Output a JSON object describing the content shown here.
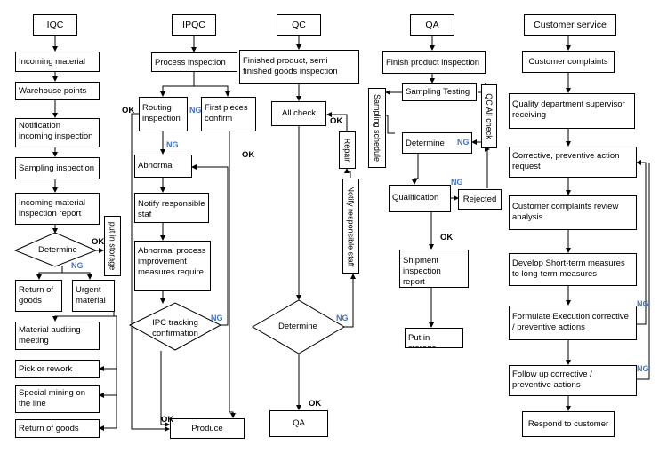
{
  "columns": {
    "iqc": "IQC",
    "ipqc": "IPQC",
    "qc": "QC",
    "qa": "QA",
    "cs": "Customer service"
  },
  "iqc": {
    "incoming_material": "Incoming material",
    "warehouse_points": "Warehouse points",
    "notification": "Notification incoming inspection",
    "sampling": "Sampling inspection",
    "report": "Incoming material inspection report",
    "determine": "Determine",
    "put_in_storage": "put in storage",
    "return_goods": "Return of goods",
    "urgent": "Urgent material",
    "auditing": "Material auditing meeting",
    "pick": "Pick or rework",
    "special": "Special mining on the line",
    "return_goods2": "Return of goods"
  },
  "ipqc": {
    "process": "Process inspection",
    "routing": "Routing inspection",
    "first": "First pieces confirm",
    "abnormal": "Abnormal",
    "notify": "Notify responsible staf",
    "improve": "Abnormal process improvement measures require",
    "tracking": "IPC tracking confirmation",
    "produce": "Produce"
  },
  "qc": {
    "finished": "Finished product, semi finished goods inspection",
    "all_check": "All check",
    "repair": "Repair",
    "notify_staff": "Notify responsible staff",
    "determine": "Determine",
    "qa": "QA"
  },
  "qa": {
    "finish": "Finish product inspection",
    "sampling": "Sampling Testing",
    "schedule": "Sampling schedule",
    "qc_all_check": "QC All check",
    "determine": "Determine",
    "qualification": "Qualification",
    "rejected": "Rejected",
    "shipment": "Shipment inspection report",
    "storage": "Put in storage"
  },
  "cs": {
    "complaints": "Customer complaints",
    "supervisor": "Quality department supervisor receiving",
    "corrective": "Corrective, preventive action request",
    "review": "Customer complaints review analysis",
    "develop": "Develop Short-term measures to long-term measures",
    "formulate": "Formulate Execution corrective / preventive actions",
    "follow": "Follow up corrective / preventive actions",
    "respond": "Respond to customer"
  },
  "labels": {
    "ok": "OK",
    "ng": "NG"
  }
}
